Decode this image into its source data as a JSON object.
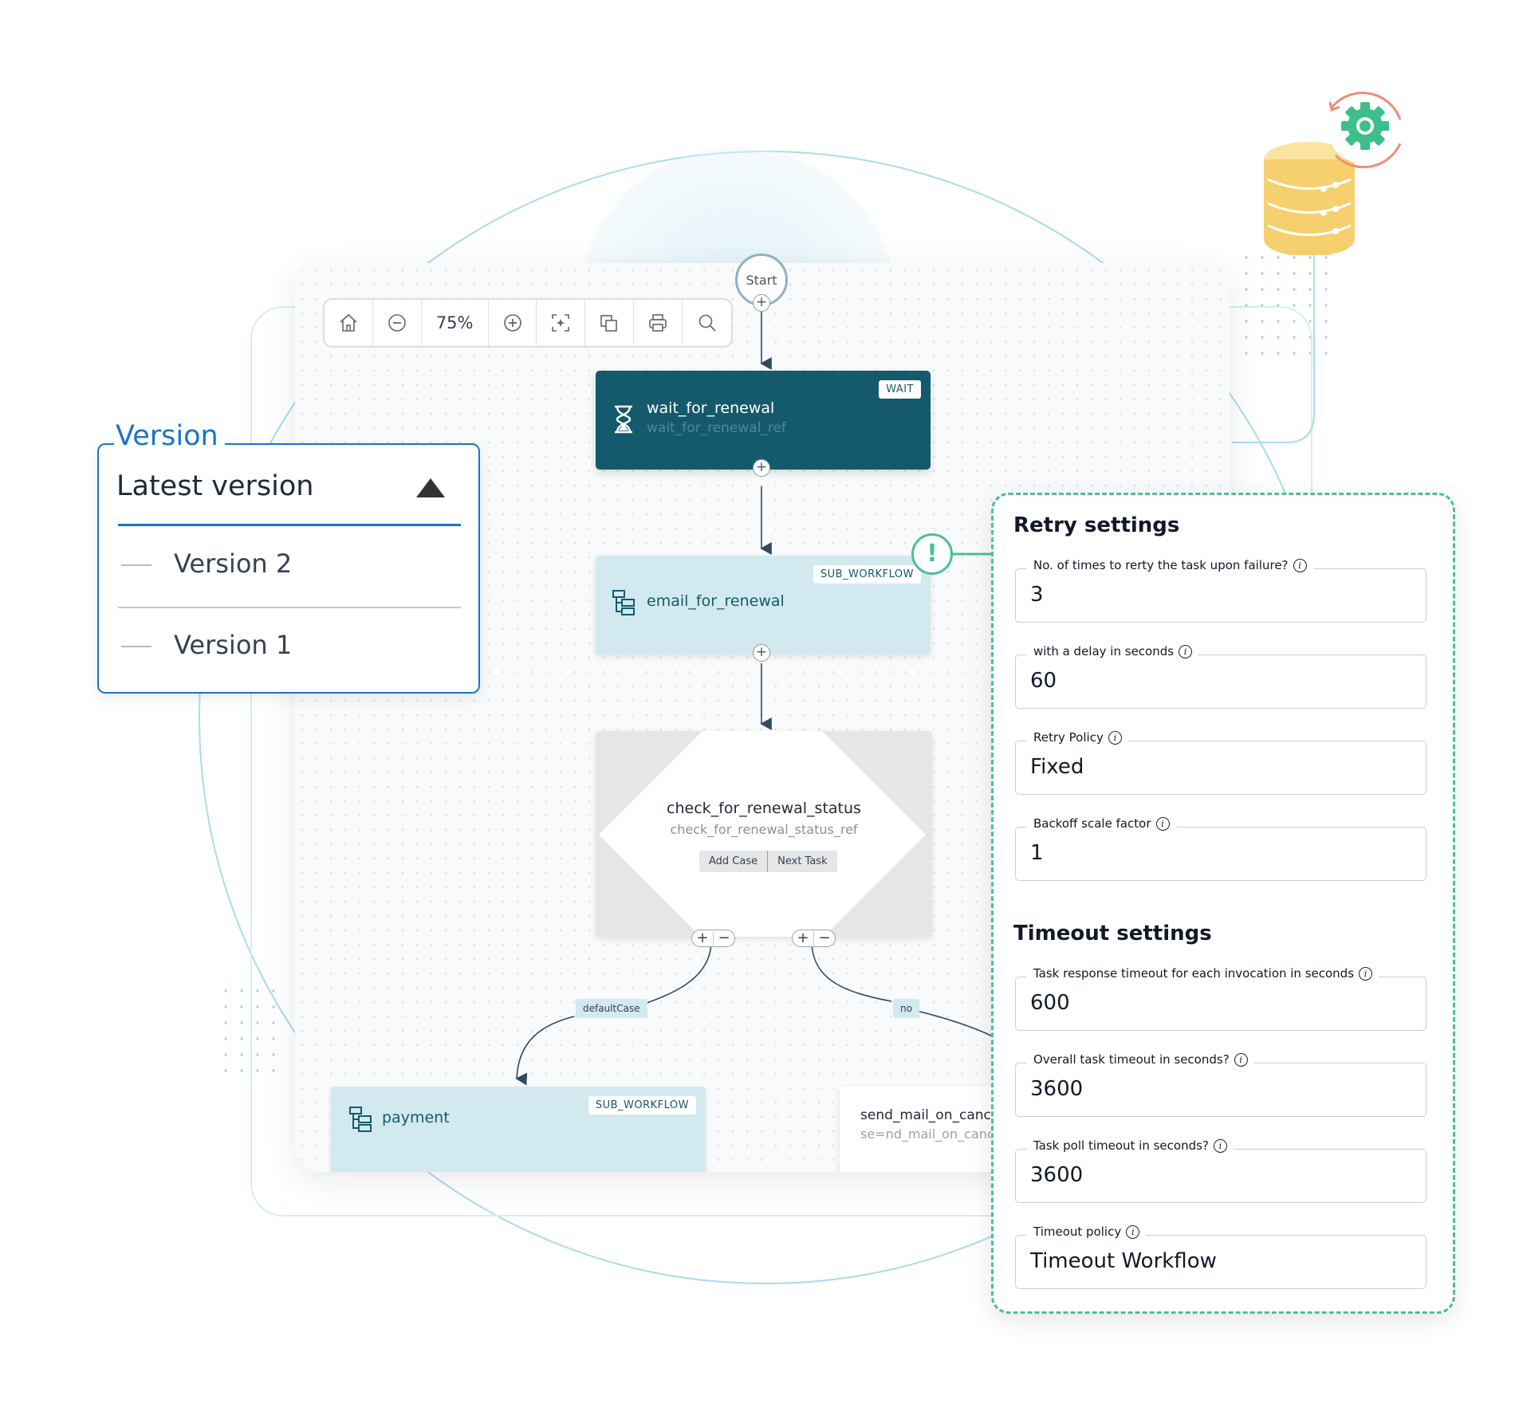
{
  "canvas": {
    "toolbar": {
      "zoom_level": "75%",
      "icons": [
        "home-icon",
        "zoom-out-icon",
        "zoom-in-icon",
        "fit-view-icon",
        "copy-icon",
        "print-icon",
        "search-icon"
      ]
    },
    "start_label": "Start",
    "nodes": {
      "wait": {
        "name": "wait_for_renewal",
        "ref": "wait_for_renewal_ref",
        "type": "WAIT"
      },
      "email": {
        "name": "email_for_renewal",
        "type": "SUB_WORKFLOW"
      },
      "switch": {
        "name": "check_for_renewal_status",
        "ref": "check_for_renewal_status_ref",
        "add_case": "Add Case",
        "next_task": "Next Task"
      },
      "payment": {
        "name": "payment",
        "type": "SUB_WORKFLOW"
      },
      "send": {
        "name": "send_mail_on_cancel",
        "ref": "se=nd_mail_on_cancel_ref"
      }
    },
    "edge_labels": {
      "default": "defaultCase",
      "no": "no"
    }
  },
  "version": {
    "label": "Version",
    "selected": "Latest version",
    "options": [
      "Version 2",
      "Version 1"
    ]
  },
  "settings": {
    "retry_title": "Retry settings",
    "timeout_title": "Timeout settings",
    "retry_fields": [
      {
        "label": "No. of times to rerty the task upon failure?",
        "value": "3"
      },
      {
        "label": "with a delay in seconds",
        "value": "60"
      },
      {
        "label": "Retry Policy",
        "value": "Fixed"
      },
      {
        "label": "Backoff scale factor",
        "value": "1"
      }
    ],
    "timeout_fields": [
      {
        "label": "Task response timeout for each invocation in seconds",
        "value": "600"
      },
      {
        "label": "Overall task timeout in seconds?",
        "value": "3600"
      },
      {
        "label": "Task poll timeout in seconds?",
        "value": "3600"
      },
      {
        "label": "Timeout policy",
        "value": "Timeout Workflow"
      }
    ],
    "info_glyph": "i",
    "warning_glyph": "!"
  },
  "colors": {
    "accent": "#1a73c8",
    "dark_node": "#155a6c",
    "light_node": "#d2e9ef",
    "panel_border": "#4cbf95",
    "db": "#f6cf6e"
  }
}
